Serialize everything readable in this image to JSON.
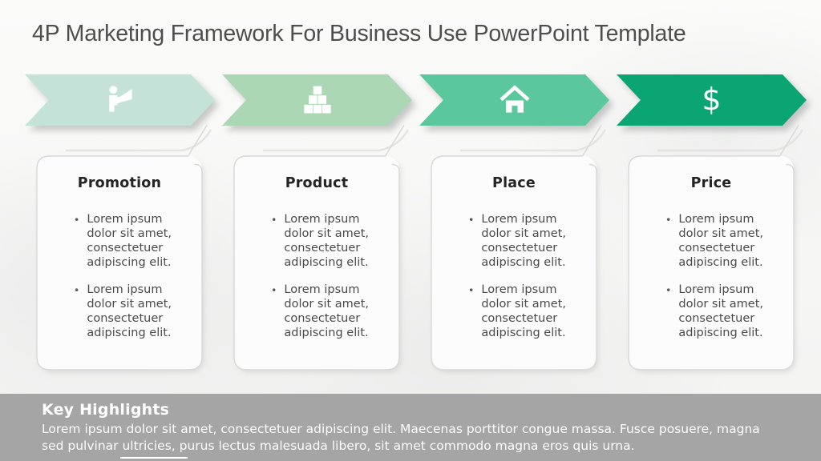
{
  "slide": {
    "title": "4P Marketing Framework For Business Use PowerPoint Template"
  },
  "arrows": [
    {
      "name": "promotion",
      "icon": "megaphone-person-icon",
      "color": "#c4e2d8"
    },
    {
      "name": "product",
      "icon": "stacked-boxes-icon",
      "color": "#abd7b4"
    },
    {
      "name": "place",
      "icon": "home-icon",
      "color": "#5bc79d"
    },
    {
      "name": "price",
      "icon": "dollar-icon",
      "color": "#0aa572",
      "glyph": "$"
    }
  ],
  "ui": {
    "bullet_char": "•"
  },
  "cards": [
    {
      "title": "Promotion",
      "bullets": [
        "Lorem ipsum dolor sit amet, consectetuer adipiscing elit.",
        "Lorem ipsum dolor sit amet, consectetuer adipiscing elit."
      ]
    },
    {
      "title": "Product",
      "bullets": [
        "Lorem ipsum dolor sit amet, consectetuer adipiscing elit.",
        "Lorem ipsum dolor sit amet, consectetuer adipiscing elit."
      ]
    },
    {
      "title": "Place",
      "bullets": [
        "Lorem ipsum dolor sit amet, consectetuer adipiscing elit.",
        "Lorem ipsum dolor sit amet, consectetuer adipiscing elit."
      ]
    },
    {
      "title": "Price",
      "bullets": [
        "Lorem ipsum dolor sit amet, consectetuer adipiscing elit.",
        "Lorem ipsum dolor sit amet, consectetuer adipiscing elit."
      ]
    }
  ],
  "footer": {
    "heading": "Key Highlights",
    "body": "Lorem ipsum dolor sit amet, consectetuer adipiscing elit. Maecenas porttitor congue massa. Fusce posuere, magna sed pulvinar ultricies, purus lectus malesuada libero, sit amet commodo magna eros quis urna.",
    "background": "#a5a5a5"
  },
  "colors": {
    "title_text": "#4e4e4e",
    "card_border": "#d9d9d9",
    "card_fill": "#fcfcfc",
    "body_text": "#4a4a4a",
    "slide_background": "#f7f7f6"
  }
}
